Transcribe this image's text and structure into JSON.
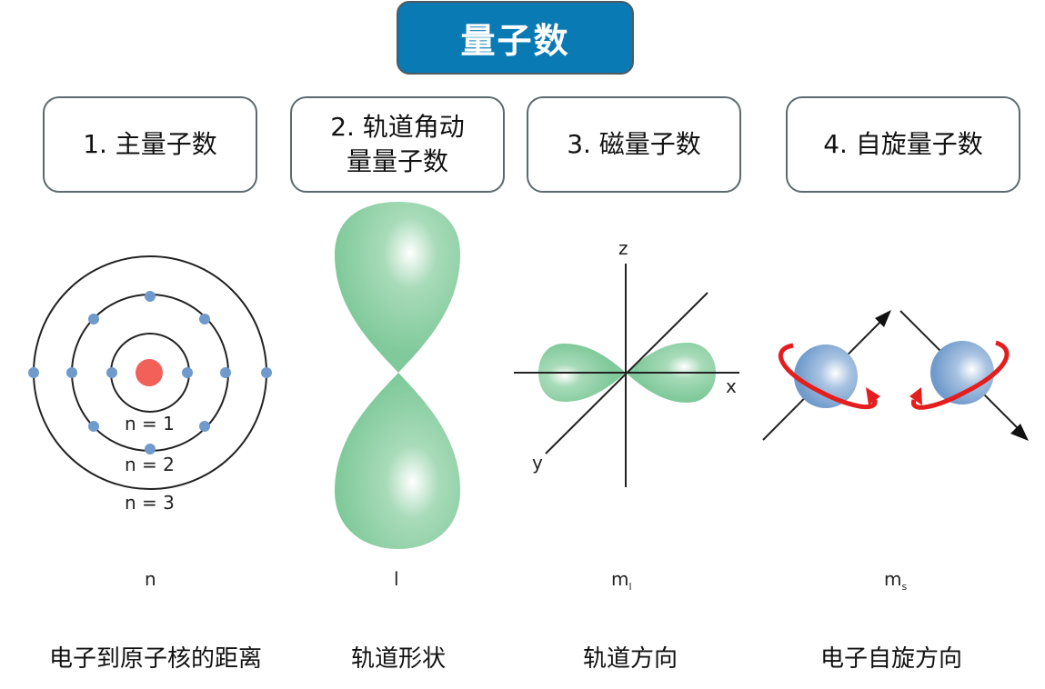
{
  "title": "量子数",
  "colors": {
    "title_bg": "#0a7ab5",
    "border": "#5c6a6e",
    "orbital_green": "#7fc99a",
    "electron_blue": "#6f9acb",
    "nucleus_red": "#f2605a",
    "spin_red": "#e41e1e"
  },
  "categories": [
    {
      "label": "1. 主量子数",
      "symbol": "n",
      "symbol_sub": "",
      "description": "电子到原子核的距离"
    },
    {
      "label_line1": "2. 轨道角动",
      "label_line2": "量量子数",
      "symbol": "l",
      "symbol_sub": "",
      "description": "轨道形状"
    },
    {
      "label": "3. 磁量子数",
      "symbol": "m",
      "symbol_sub": "l",
      "description": "轨道方向"
    },
    {
      "label": "4. 自旋量子数",
      "symbol": "m",
      "symbol_sub": "s",
      "description": "电子自旋方向"
    }
  ],
  "bohr_model": {
    "shell_labels": [
      "n = 1",
      "n = 2",
      "n = 3"
    ]
  },
  "axes": {
    "z": "z",
    "x": "x",
    "y": "y"
  }
}
